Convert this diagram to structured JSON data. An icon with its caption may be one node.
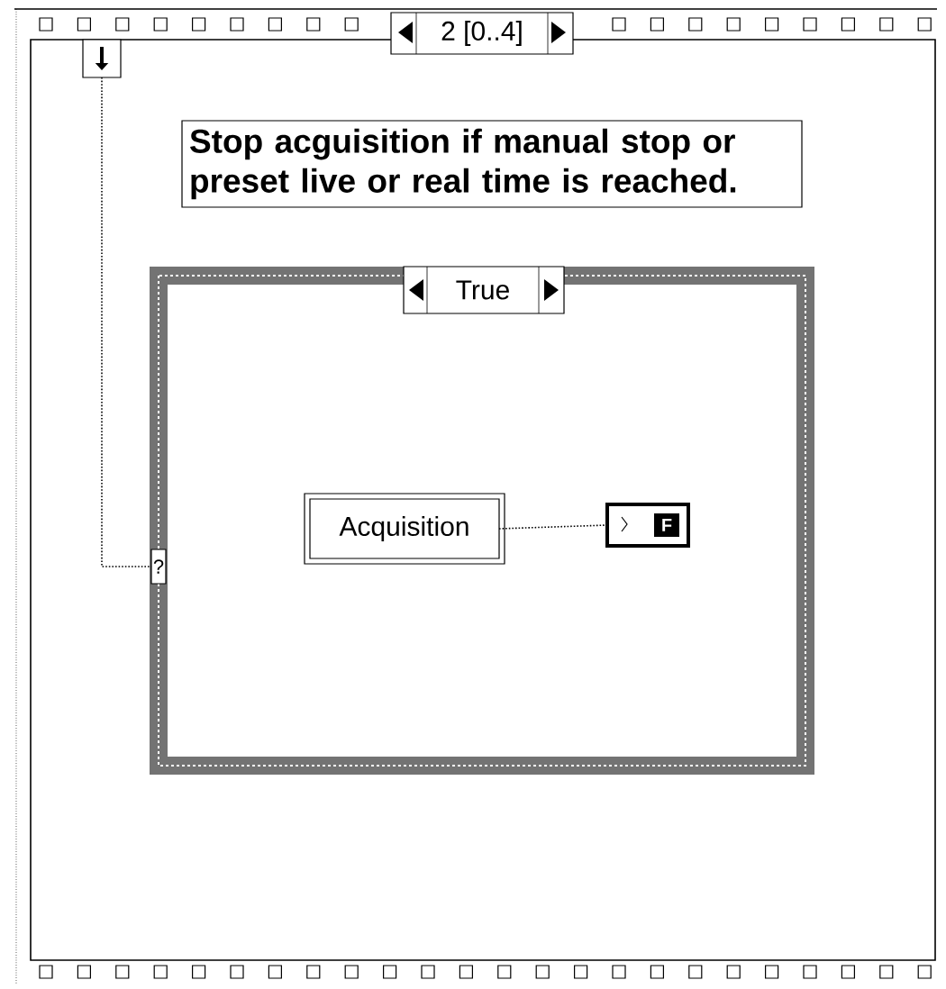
{
  "diagram": {
    "nodes": [
      {
        "text": [
          "2 [0..4]"
        ]
      },
      {
        "text": [],
        "shape": "box",
        "in": 0
      },
      {
        "text": [
          "Stop acguisition if manual stop or preset live or real time is reached."
        ],
        "in": 0
      },
      {
        "text": [
          "True"
        ],
        "in": 0
      },
      {
        "text": [
          "?"
        ],
        "in": 3
      },
      {
        "text": [
          "Acquisition"
        ],
        "in": 3
      },
      {
        "text": [
          "F"
        ],
        "in": 3
      }
    ],
    "edges": [
      {
        "from": 1,
        "to": 4,
        "arrow": "none"
      },
      {
        "from": 5,
        "to": 6,
        "arrow": "none"
      }
    ]
  }
}
